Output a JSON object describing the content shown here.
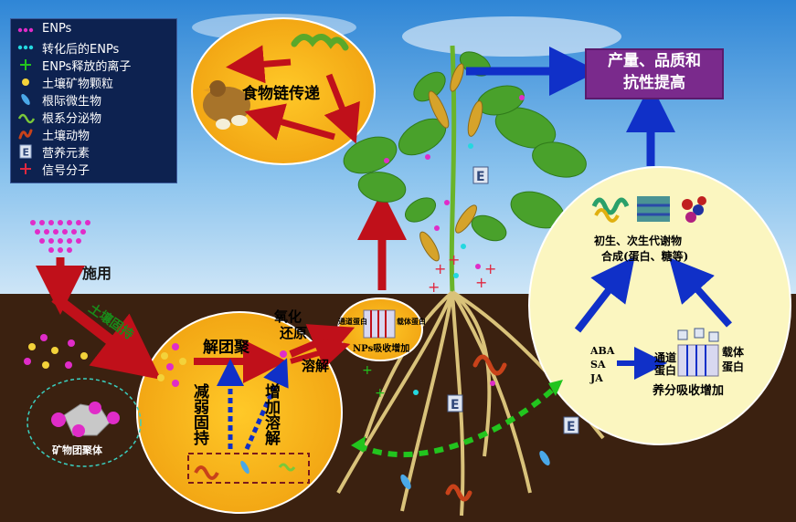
{
  "legend": {
    "items": [
      {
        "label": "ENPs",
        "icon": "magenta-dots-icon"
      },
      {
        "label": "转化后的ENPs",
        "icon": "cyan-dots-icon"
      },
      {
        "label": "ENPs释放的离子",
        "icon": "green-star-icon"
      },
      {
        "label": "土壤矿物颗粒",
        "icon": "yellow-particle-icon"
      },
      {
        "label": "根际微生物",
        "icon": "microbe-icon"
      },
      {
        "label": "根系分泌物",
        "icon": "exudate-icon"
      },
      {
        "label": "土壤动物",
        "icon": "worm-icon"
      },
      {
        "label": "营养元素",
        "icon": "e-box-icon"
      },
      {
        "label": "信号分子",
        "icon": "signal-star-icon"
      }
    ]
  },
  "labels": {
    "food_chain": "食物链传递",
    "yield": "产量、品质和\n抗性提高",
    "yield_line1": "产量、品质和",
    "yield_line2": "抗性提高",
    "apply": "施用",
    "soil_fix": "土壤固持",
    "disaggregate": "解团聚",
    "reduce_fix": "减弱固持",
    "increase_dissolve": "增加溶解",
    "redox": "氧化还原",
    "redox_l1": "氧化",
    "redox_l2": "还原",
    "dissolve": "溶解",
    "channel_protein": "通道蛋白",
    "carrier_protein": "载体蛋白",
    "nps_uptake": "NPs吸收增加",
    "mineral_aggregate": "矿物团聚体",
    "metabolite_l1": "初生、次生代谢物",
    "metabolite_l2": "合成(蛋白、糖等)",
    "aba": "ABA",
    "sa": "SA",
    "ja": "JA",
    "channel_l1": "通道",
    "channel_l2": "蛋白",
    "carrier_l1": "载体",
    "carrier_l2": "蛋白",
    "nutrient_uptake": "养分吸收增加",
    "e_symbol": "E"
  },
  "colors": {
    "sky_top": "#2f86d6",
    "soil": "#3b2110",
    "orange_circle": "#f7b417",
    "cream_circle": "#fbf6c0",
    "red_arrow": "#c0101a",
    "blue_arrow": "#1030c8",
    "green_dash": "#22c41e",
    "legend_bg": "#0d2250"
  }
}
